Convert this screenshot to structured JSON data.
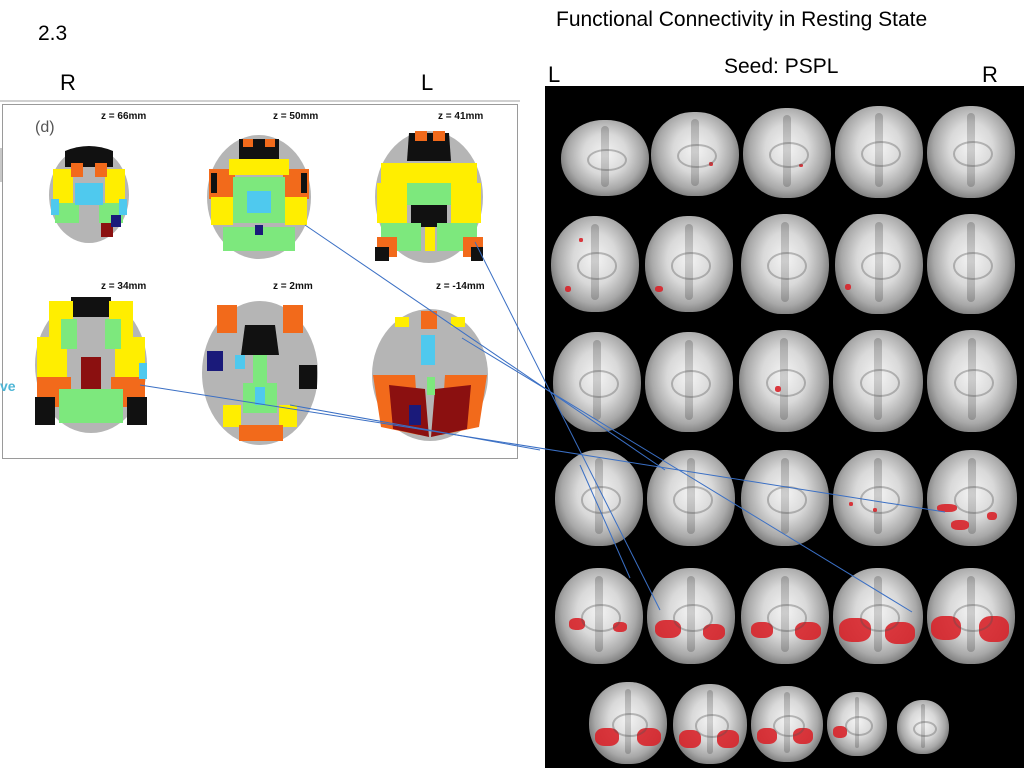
{
  "slide_number": "2.3",
  "title": "Functional Connectivity in Resting State",
  "seed_label": "Seed: PSPL",
  "left_panel": {
    "orientation_left": "R",
    "orientation_right": "L",
    "panel_label": "(d)",
    "slices": [
      {
        "z_label": "z = 66mm"
      },
      {
        "z_label": "z = 50mm"
      },
      {
        "z_label": "z = 41mm"
      },
      {
        "z_label": "z = 34mm"
      },
      {
        "z_label": "z = 2mm"
      },
      {
        "z_label": "z = -14mm"
      }
    ],
    "cut_text": "ve"
  },
  "right_panel": {
    "orientation_left": "L",
    "orientation_right": "R",
    "rows": 6,
    "cols": 5
  },
  "colors": {
    "activation_red": "#d8242a",
    "connector_line": "#3a6fc4",
    "map_yellow": "#ffee00",
    "map_green": "#7de87d",
    "map_cyan": "#4fc9ee",
    "map_orange": "#f26a1b",
    "map_darkred": "#8b1010"
  }
}
